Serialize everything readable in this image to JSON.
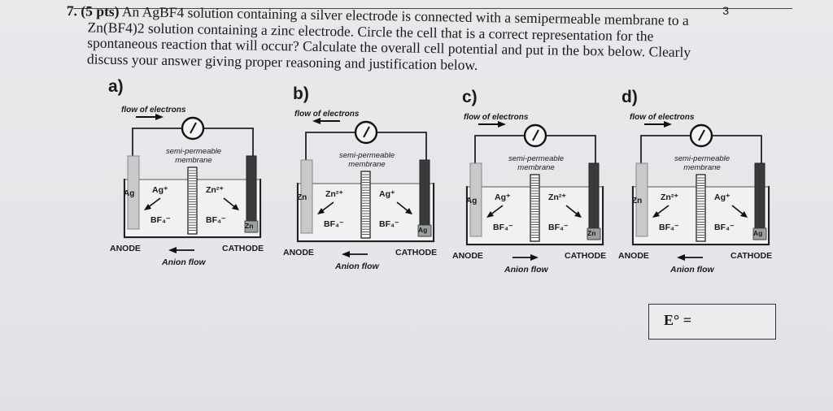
{
  "question": {
    "number": "7.",
    "points": "(5 pts)",
    "line1_rest": "An AgBF4 solution containing a silver electrode is connected with a semipermeable membrane to a",
    "line2": "Zn(BF4)2 solution containing a zinc electrode.  Circle the cell that is a correct representation for the",
    "line3": "spontaneous reaction that will occur? Calculate the overall cell potential and put in the box below.  Clearly",
    "line4": "discuss your answer giving proper reasoning and justification below."
  },
  "corner_mark": "3",
  "cells": [
    {
      "label": "a)",
      "flow_label": "flow of electrons",
      "flow_direction": "right",
      "membrane_label_1": "semi-permeable",
      "membrane_label_2": "membrane",
      "left_electrode": "Ag",
      "right_electrode": "Zn",
      "left_cation": "Ag⁺",
      "right_cation": "Zn²⁺",
      "left_anion": "BF₄⁻",
      "right_anion": "BF₄⁻",
      "anode_text": "ANODE",
      "cathode_text": "CATHODE",
      "anion_flow_label": "Anion flow",
      "anion_flow_direction": "left"
    },
    {
      "label": "b)",
      "flow_label": "flow of electrons",
      "flow_direction": "left",
      "membrane_label_1": "semi-permeable",
      "membrane_label_2": "membrane",
      "left_electrode": "Zn",
      "right_electrode": "Ag",
      "left_cation": "Zn²⁺",
      "right_cation": "Ag⁺",
      "left_anion": "BF₄⁻",
      "right_anion": "BF₄⁻",
      "anode_text": "ANODE",
      "cathode_text": "CATHODE",
      "anion_flow_label": "Anion flow",
      "anion_flow_direction": "left"
    },
    {
      "label": "c)",
      "flow_label": "flow of electrons",
      "flow_direction": "right",
      "membrane_label_1": "semi-permeable",
      "membrane_label_2": "membrane",
      "left_electrode": "Ag",
      "right_electrode": "Zn",
      "left_cation": "Ag⁺",
      "right_cation": "Zn²⁺",
      "left_anion": "BF₄⁻",
      "right_anion": "BF₄⁻",
      "anode_text": "ANODE",
      "cathode_text": "CATHODE",
      "anion_flow_label": "Anion flow",
      "anion_flow_direction": "right"
    },
    {
      "label": "d)",
      "flow_label": "flow of electrons",
      "flow_direction": "right",
      "membrane_label_1": "semi-permeable",
      "membrane_label_2": "membrane",
      "left_electrode": "Zn",
      "right_electrode": "Ag",
      "left_cation": "Zn²⁺",
      "right_cation": "Ag⁺",
      "left_anion": "BF₄⁻",
      "right_anion": "BF₄⁻",
      "anode_text": "ANODE",
      "cathode_text": "CATHODE",
      "anion_flow_label": "Anion flow",
      "anion_flow_direction": "left"
    }
  ],
  "answer_box": {
    "label": "E° ="
  }
}
